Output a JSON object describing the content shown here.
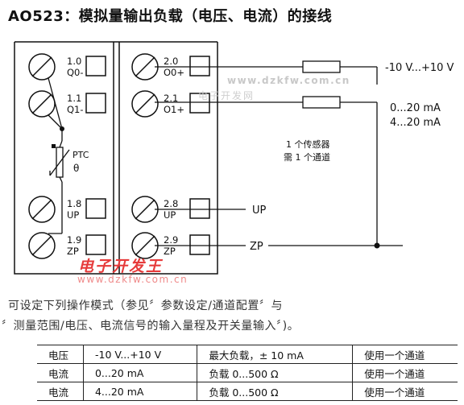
{
  "title": "AO523：模拟量输出负载（电压、电流）的接线",
  "terminals": {
    "left": [
      {
        "num": "1.0",
        "sig": "Q0-"
      },
      {
        "num": "1.1",
        "sig": "Q1-"
      },
      {
        "num": "1.8",
        "sig": "UP"
      },
      {
        "num": "1.9",
        "sig": "ZP"
      }
    ],
    "right": [
      {
        "num": "2.0",
        "sig": "O0+"
      },
      {
        "num": "2.1",
        "sig": "O1+"
      },
      {
        "num": "2.8",
        "sig": "UP"
      },
      {
        "num": "2.9",
        "sig": "ZP"
      }
    ]
  },
  "labels": {
    "ptc": "PTC",
    "voltage_range": "-10 V...+10 V",
    "current_range_1": "0...20 mA",
    "current_range_2": "4...20 mA",
    "sensor_note_1": "1 个传感器",
    "sensor_note_2": "需 1 个通道",
    "up_line": "UP",
    "zp_line": "ZP"
  },
  "watermarks": {
    "url_top": "www.dzkfw.com.cn",
    "brand_top": "电子开发网",
    "brand_bottom": "电子开发王",
    "url_bottom": "www.dzkfw.com.cn"
  },
  "paragraph": {
    "line1": "可设定下列操作模式（参见〞参数设定/通道配置〞与",
    "line2": "〞测量范围/电压、电流信号的输入量程及开关量输入〞)。"
  },
  "table": {
    "rows": [
      [
        "电压",
        "-10 V...+10 V",
        "最大负载，± 10 mA",
        "使用一个通道"
      ],
      [
        "电流",
        "0...20 mA",
        "负载 0...500 Ω",
        "使用一个通道"
      ],
      [
        "电流",
        "4...20 mA",
        "负载 0...500 Ω",
        "使用一个通道"
      ]
    ]
  }
}
